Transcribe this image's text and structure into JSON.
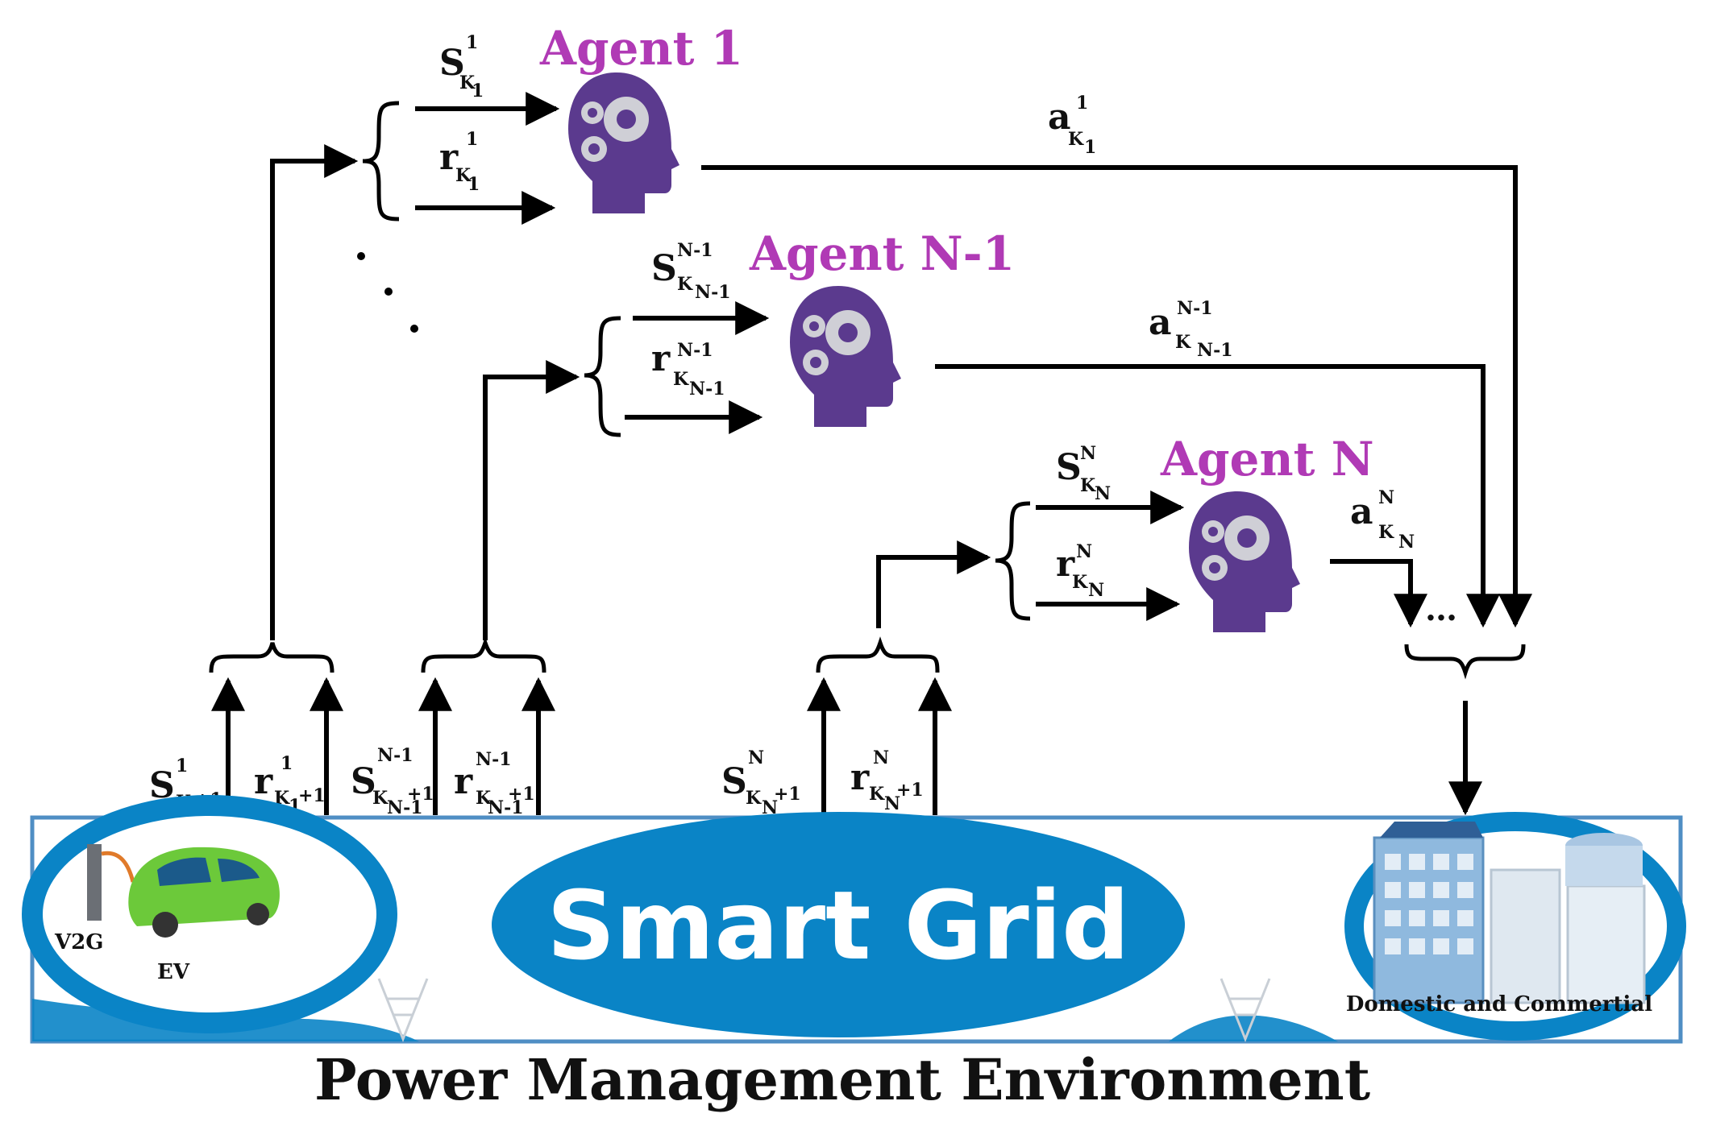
{
  "agents": [
    {
      "title": "Agent 1",
      "s_sup": "1",
      "s_sub": "K",
      "s_subsub": "1",
      "r_sup": "1",
      "r_sub": "K",
      "r_subsub": "1",
      "a_sup": "1",
      "a_sub": "K",
      "a_subsub": "1"
    },
    {
      "title": "Agent N-1",
      "s_sup": "N-1",
      "s_sub": "K",
      "s_subsub": "N-1",
      "r_sup": "N-1",
      "r_sub": "K",
      "r_subsub": "N-1",
      "a_sup": "N-1",
      "a_sub": "K",
      "a_subsub": "N-1"
    },
    {
      "title": "Agent N",
      "s_sup": "N",
      "s_sub": "K",
      "s_subsub": "N",
      "r_sup": "N",
      "r_sub": "K",
      "r_subsub": "N",
      "a_sup": "N",
      "a_sub": "K",
      "a_subsub": "N"
    }
  ],
  "next_state": {
    "s1": {
      "base": "S",
      "sup": "1",
      "sub": "K",
      "subsub": "1",
      "tail": "+1"
    },
    "r1": {
      "base": "r",
      "sup": "1",
      "sub": "K",
      "subsub": "1",
      "tail": "+1"
    },
    "sN1": {
      "base": "S",
      "sup": "N-1",
      "sub": "K",
      "subsub": "N-1",
      "tail": "+1"
    },
    "rN1": {
      "base": "r",
      "sup": "N-1",
      "sub": "K",
      "subsub": "N-1",
      "tail": "+1"
    },
    "sN": {
      "base": "S",
      "sup": "N",
      "sub": "K",
      "subsub": "N",
      "tail": "+1"
    },
    "rN": {
      "base": "r",
      "sup": "N",
      "sub": "K",
      "subsub": "N",
      "tail": "+1"
    }
  },
  "ellipsis": "…",
  "smart_grid": "Smart Grid",
  "ev_label": "EV",
  "v2g_label": "V2G",
  "domestic_label": "Domestic and Commertial",
  "environment_title": "Power Management Environment",
  "colors": {
    "agent_title": "#b03ab5",
    "head": "#5b3a8e",
    "grid_blue": "#0a84c6",
    "frame": "#4f8ec4",
    "car": "#6cc93a"
  }
}
